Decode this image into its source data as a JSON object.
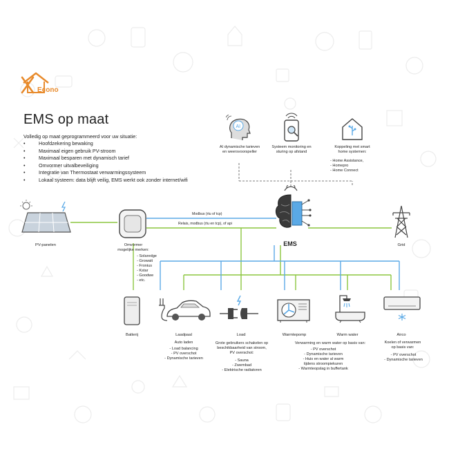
{
  "brand": {
    "name": "Econo"
  },
  "title": "EMS op maat",
  "intro": "Volledig op maat geprogrammeerd voor uw situatie:",
  "features": [
    "Hoofdzekering bewaking",
    "Maximaal eigen gebruik PV-stroom",
    "Maximaal besparen met dynamisch tarief",
    "Omvormer uitvalbeveiliging",
    "Integratie van Thermostaat verwarmingssysteem",
    "Lokaal systeem: data blijft veilig, EMS werkt ook zonder internet/wifi"
  ],
  "top_nodes": {
    "ai": {
      "line1": "AI dynamische tarieven",
      "line2": "en weersvoorspeller"
    },
    "monitoring": {
      "line1": "Systeem monitoring en",
      "line2": "sturing op afstand"
    },
    "smart_home": {
      "line1": "Koppeling met smart",
      "line2": "home systemen:",
      "items": [
        "- Home Assistance,",
        "- Homepro",
        "- Home Connect"
      ]
    }
  },
  "connections": {
    "modbus": "Modbus (rtu of tcp)",
    "relais": "Relais, modbus (rtu en tcp), of api"
  },
  "ems": {
    "label": "EMS"
  },
  "pv": {
    "label": "PV-panelen"
  },
  "inverter": {
    "label1": "Omvormer",
    "label2": "mogelijke merken:",
    "brands": [
      "- Solaredge",
      "- Growatt",
      "- Fronius",
      "- Kstar",
      "- Goodwe",
      "- etc."
    ]
  },
  "grid": {
    "label": "Grid"
  },
  "devices": {
    "battery": {
      "label": "Batterij"
    },
    "charger": {
      "label": "Laadpaal",
      "heading": "Auto laden",
      "items": [
        "- Load balancing",
        "- PV overschot",
        "- Dynamische tarieven"
      ]
    },
    "load": {
      "label": "Load",
      "heading": [
        "Grote gebruikers schakelen op",
        "beschikbaarheid van stroom,",
        "PV overschot:"
      ],
      "items": [
        "- Sauna",
        "- Zwembad",
        "- Elektrische radiatoren"
      ]
    },
    "heatpump": {
      "label": "Warmtepomp"
    },
    "warm_water": {
      "label": "Warm water"
    },
    "heating_heading": "Verwarming en warm water op basis van:",
    "heating_items": [
      "- PV overschot",
      "- Dynamische tarieven",
      "- Huis en water al warm",
      "tijdens stroompiekuren",
      "- Warmteopslag in buffertank"
    ],
    "airco": {
      "label": "Airco",
      "heading": [
        "Koelen of verwarmen",
        "op basis van:"
      ],
      "items": [
        "- PV overschot",
        "- Dynamische tarieven"
      ]
    }
  },
  "colors": {
    "blue": "#5aa9e6",
    "green": "#8cc63f",
    "orange": "#e88a2b",
    "dashed": "#555555",
    "icon": "#444444"
  }
}
